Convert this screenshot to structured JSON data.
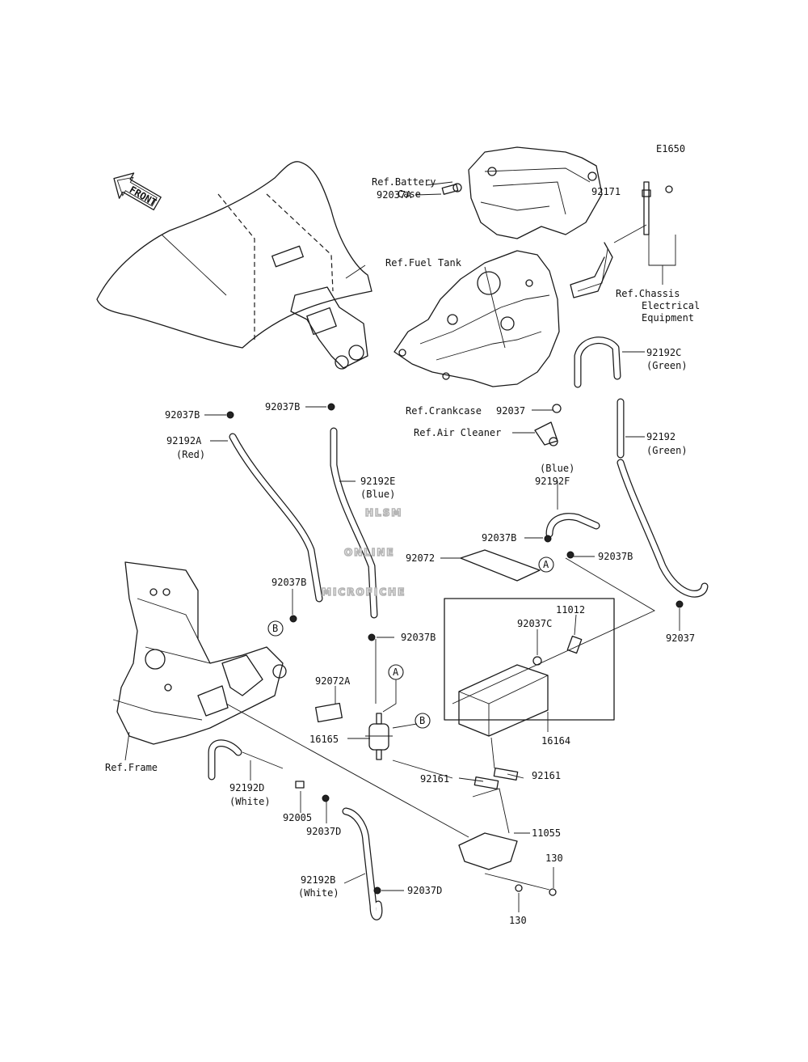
{
  "diagram": {
    "code": "E1650",
    "front_label": "FRONT",
    "watermark": [
      "HLSM",
      "ONLINE",
      "MICROFICHE"
    ]
  },
  "labels": {
    "ref_battery_1": "Ref.Battery",
    "ref_battery_2": "Case",
    "p92037A": "92037A",
    "p92171": "92171",
    "ref_fuel_tank": "Ref.Fuel Tank",
    "ref_chassis_1": "Ref.Chassis",
    "ref_chassis_2": "Electrical",
    "ref_chassis_3": "Equipment",
    "p92192C": "92192C",
    "p92192C_color": "(Green)",
    "ref_crankcase": "Ref.Crankcase",
    "p92037_top": "92037",
    "ref_air_cleaner": "Ref.Air Cleaner",
    "p92037B_1": "92037B",
    "p92037B_2": "92037B",
    "p92192A": "92192A",
    "p92192A_color": "(Red)",
    "p92192": "92192",
    "p92192_color": "(Green)",
    "p92192E": "92192E",
    "p92192E_color": "(Blue)",
    "p92192F_color": "(Blue)",
    "p92192F": "92192F",
    "p92037B_3": "92037B",
    "p92072": "92072",
    "p92037B_4": "92037B",
    "p92037B_5": "92037B",
    "p11012": "11012",
    "p92037C": "92037C",
    "p92037_right": "92037",
    "p92037B_6": "92037B",
    "p92072A": "92072A",
    "p16165": "16165",
    "p16164": "16164",
    "ref_frame": "Ref.Frame",
    "p92161_a": "92161",
    "p92161_b": "92161",
    "p92192D": "92192D",
    "p92192D_color": "(White)",
    "p92005": "92005",
    "p92037D_1": "92037D",
    "p11055": "11055",
    "p130_a": "130",
    "p92192B": "92192B",
    "p92192B_color": "(White)",
    "p92037D_2": "92037D",
    "p130_b": "130"
  },
  "callouts": {
    "A": "A",
    "B": "B"
  }
}
